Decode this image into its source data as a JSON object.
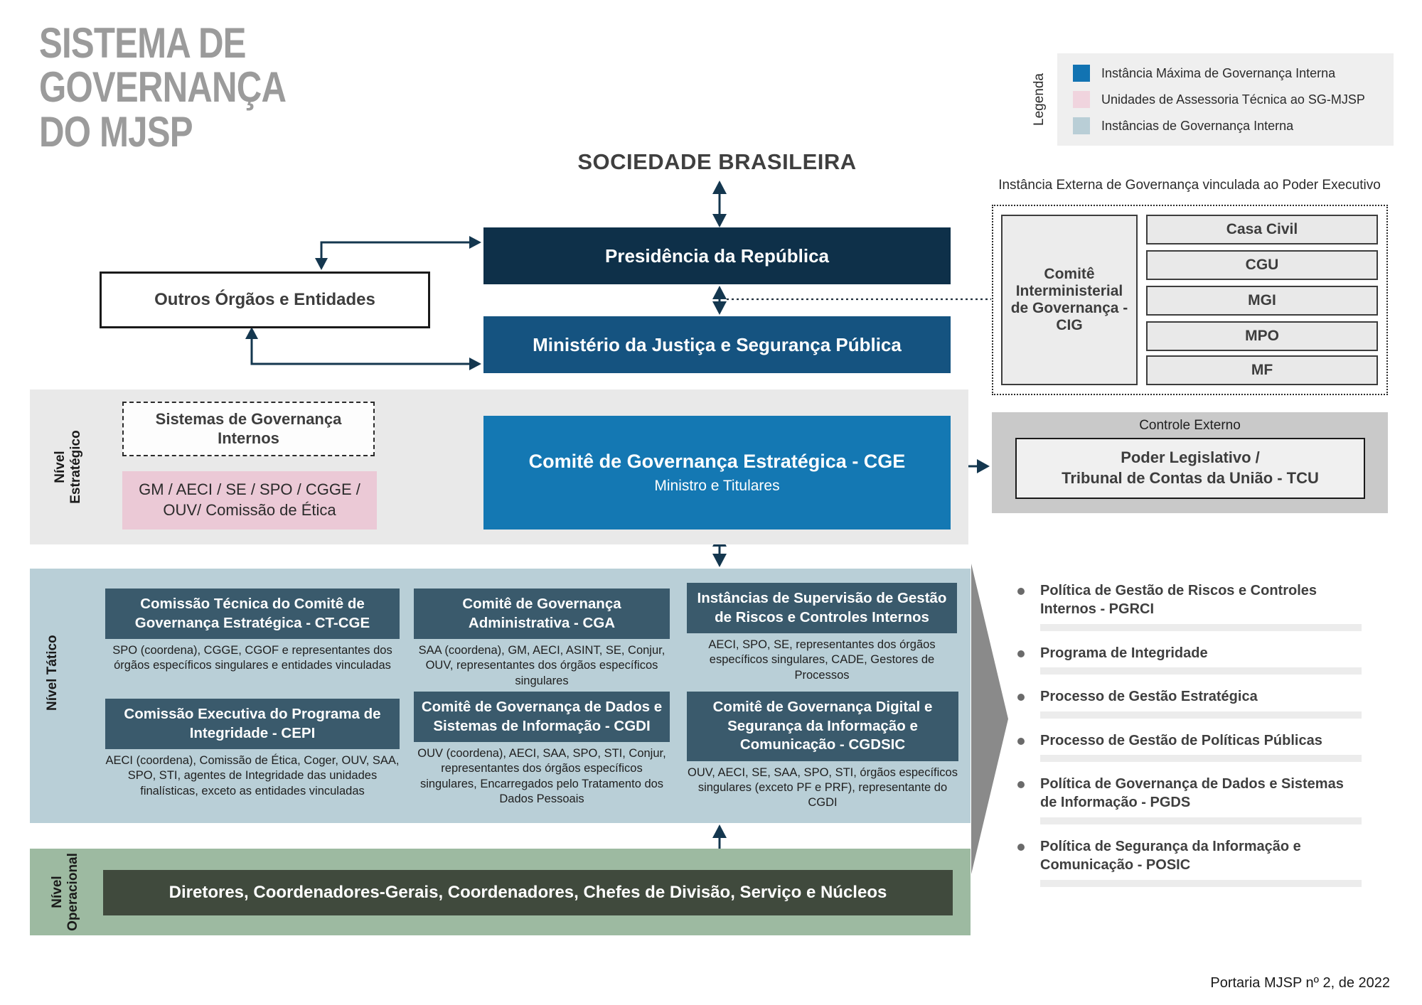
{
  "page": {
    "title_lines": [
      "SISTEMA DE",
      "GOVERNANÇA",
      "DO MJSP"
    ],
    "footer": "Portaria MJSP nº 2, de 2022"
  },
  "legend": {
    "label": "Legenda",
    "items": [
      {
        "color": "#1273b2",
        "label": "Instância Máxima de Governança Interna"
      },
      {
        "color": "#f0d4de",
        "label": "Unidades de Assessoria Técnica ao SG-MJSP"
      },
      {
        "color": "#b9ced6",
        "label": "Instâncias de Governança Interna"
      }
    ]
  },
  "society": {
    "label": "SOCIEDADE BRASILEIRA"
  },
  "presidency": {
    "label": "Presidência da República"
  },
  "ministry": {
    "label": "Ministério da Justiça e Segurança Pública"
  },
  "other_bodies": {
    "label": "Outros Órgãos e Entidades"
  },
  "external_instance": {
    "title": "Instância Externa de Governança vinculada ao Poder Executivo",
    "cig": "Comitê Interministerial de Governança - CIG",
    "bodies": [
      "Casa Civil",
      "CGU",
      "MGI",
      "MPO",
      "MF"
    ]
  },
  "strategic_level": {
    "label": "Nível Estratégico",
    "internal_systems": "Sistemas de Governança Internos",
    "advisory_units": "GM / AECI / SE / SPO / CGGE / OUV/ Comissão de Ética",
    "cge_title": "Comitê de Governança Estratégica - CGE",
    "cge_subtitle": "Ministro e Titulares"
  },
  "external_control": {
    "title": "Controle Externo",
    "body": "Poder Legislativo /\nTribunal de Contas da União - TCU"
  },
  "tactical_level": {
    "label": "Nível Tático",
    "committees": [
      {
        "title": "Comissão Técnica do Comitê de Governança Estratégica - CT-CGE",
        "members": "SPO (coordena), CGGE, CGOF e representantes dos órgãos específicos singulares e entidades vinculadas"
      },
      {
        "title": "Comitê de Governança Administrativa - CGA",
        "members": "SAA (coordena), GM, AECI, ASINT, SE, Conjur, OUV, representantes dos órgãos específicos singulares"
      },
      {
        "title": "Instâncias de Supervisão de Gestão de Riscos e Controles Internos",
        "members": "AECI, SPO, SE, representantes dos órgãos específicos singulares, CADE, Gestores de Processos"
      },
      {
        "title": "Comissão Executiva do Programa de Integridade - CEPI",
        "members": "AECI (coordena), Comissão de Ética, Coger, OUV, SAA, SPO, STI, agentes de Integridade das unidades finalísticas, exceto as entidades vinculadas"
      },
      {
        "title": "Comitê de Governança de Dados e Sistemas de Informação - CGDI",
        "members": "OUV (coordena), AECI, SAA, SPO, STI, Conjur, representantes dos órgãos específicos singulares, Encarregados pelo Tratamento dos Dados Pessoais"
      },
      {
        "title": "Comitê de Governança Digital e Segurança da Informação e Comunicação - CGDSIC",
        "members": "OUV, AECI, SE, SAA, SPO, STI, órgãos específicos singulares (exceto PF e PRF), representante do CGDI"
      }
    ]
  },
  "operational_level": {
    "label": "Nível Operacional",
    "body": "Diretores, Coordenadores-Gerais, Coordenadores, Chefes de Divisão, Serviço e Núcleos"
  },
  "outputs": [
    "Política de Gestão de Riscos e Controles Internos - PGRCI",
    "Programa de Integridade",
    "Processo de Gestão Estratégica",
    "Processo de Gestão de Políticas Públicas",
    "Política de Governança de Dados e Sistemas de Informação - PGDS",
    "Política de Segurança da Informação e Comunicação - POSIC"
  ]
}
